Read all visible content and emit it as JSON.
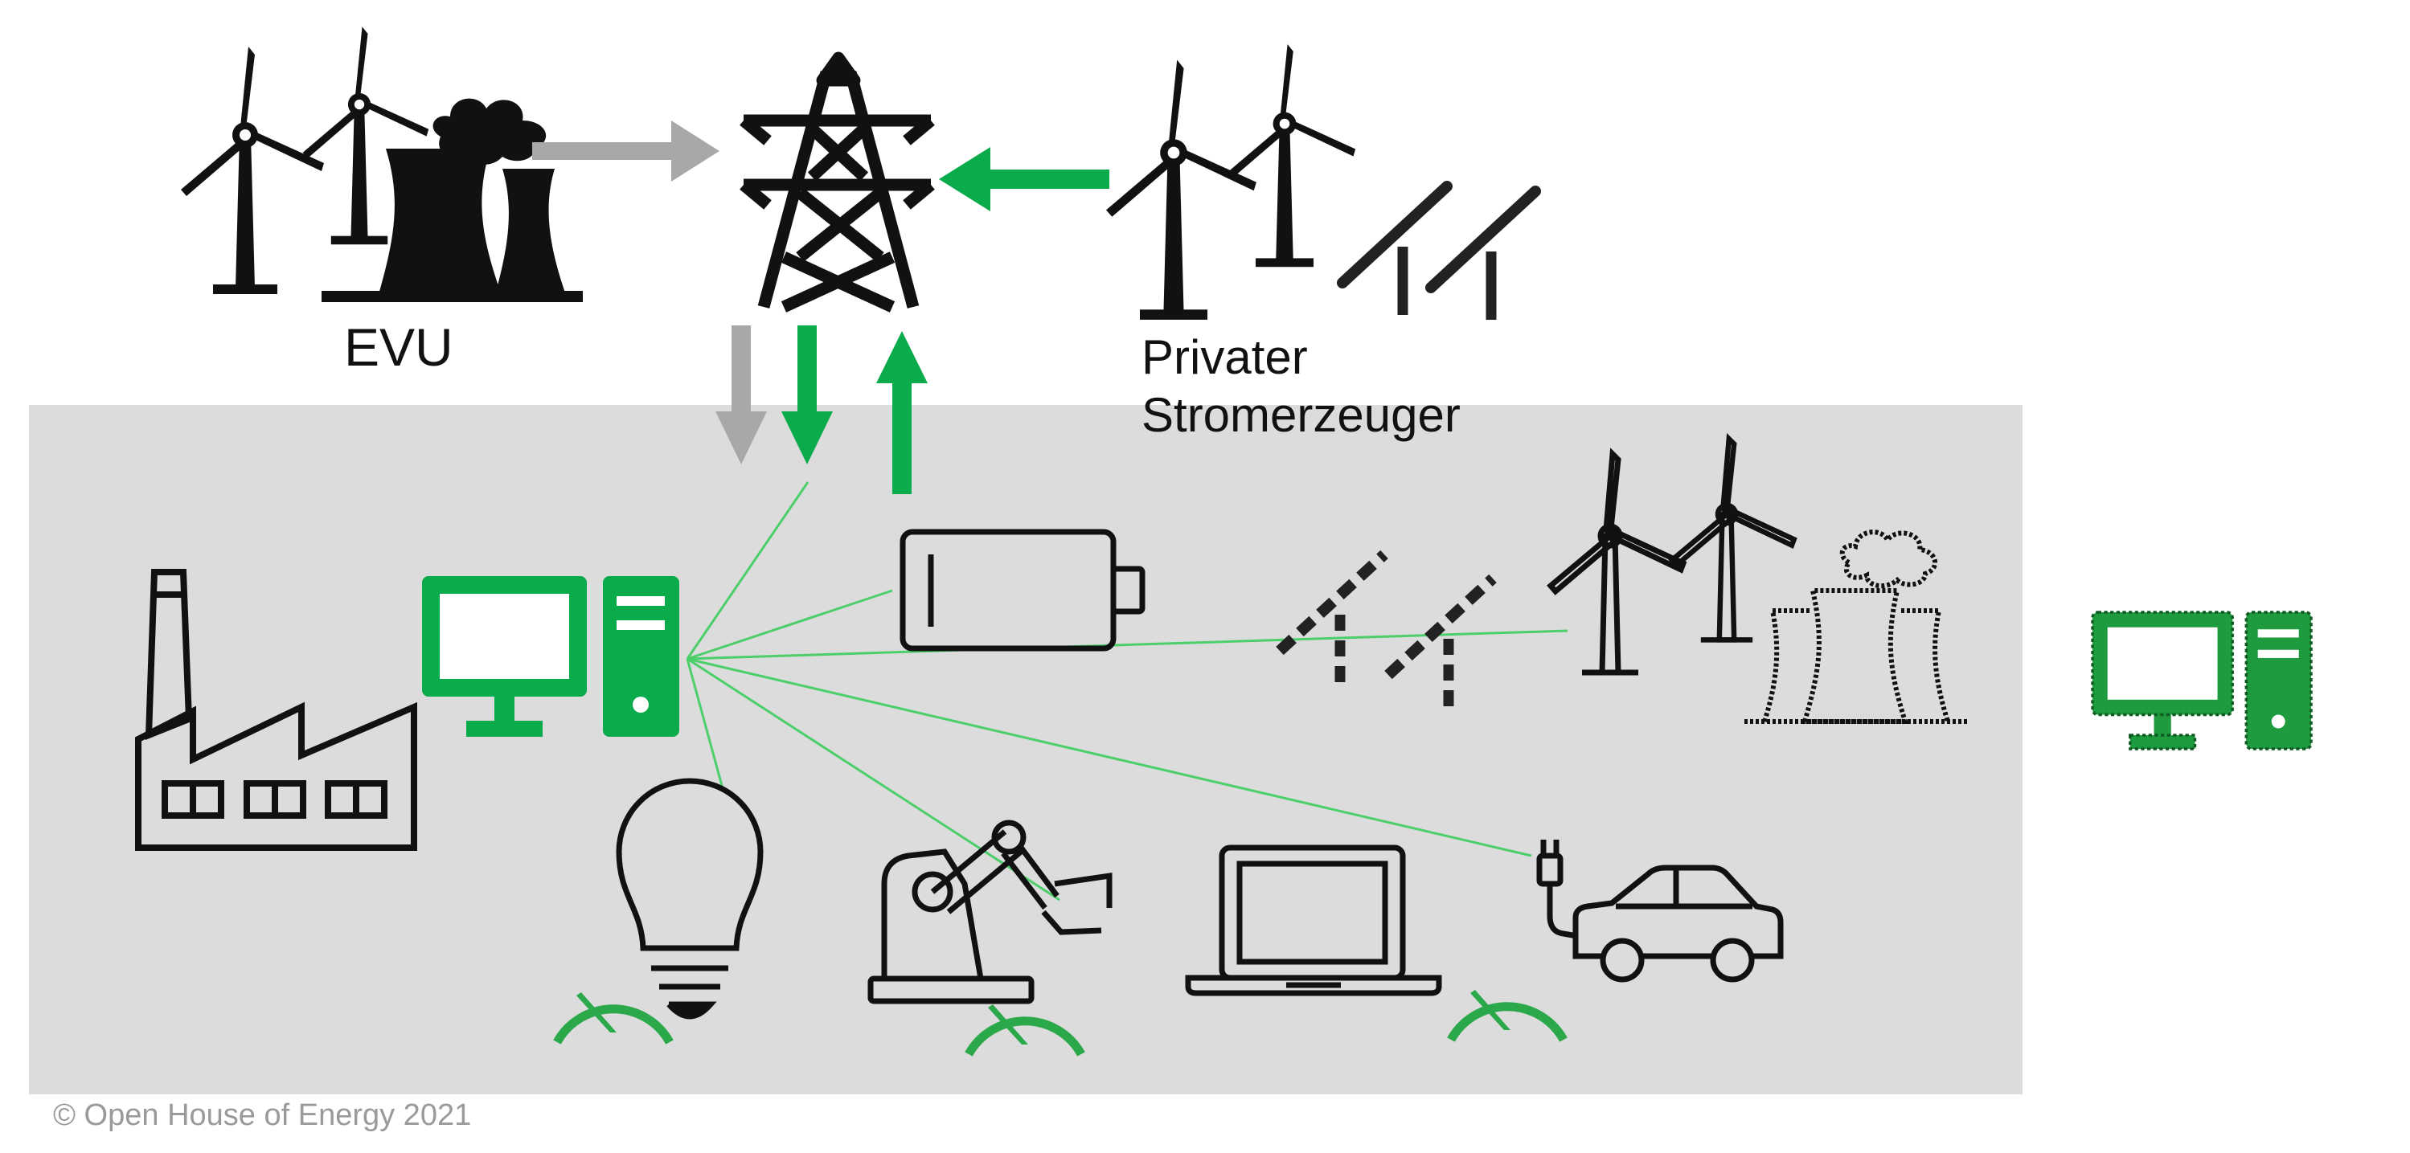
{
  "labels": {
    "evu": "EVU",
    "private_line1": "Privater",
    "private_line2": "Stromerzeuger"
  },
  "copyright": "© Open House of Energy 2021",
  "colors": {
    "green": "#0aab4a",
    "green_dark": "#1e9a3f",
    "gray_arrow": "#a8a8a8",
    "panel": "#dcdcdc",
    "line": "#4ccf6a",
    "black": "#111111"
  },
  "icons": [
    "wind-turbine-icon",
    "cooling-tower-icon",
    "transmission-tower-icon",
    "solar-panel-icon",
    "factory-icon",
    "computer-icon",
    "battery-icon",
    "light-bulb-icon",
    "robot-arm-icon",
    "laptop-icon",
    "electric-car-icon",
    "gauge-icon",
    "arrow-icon"
  ]
}
